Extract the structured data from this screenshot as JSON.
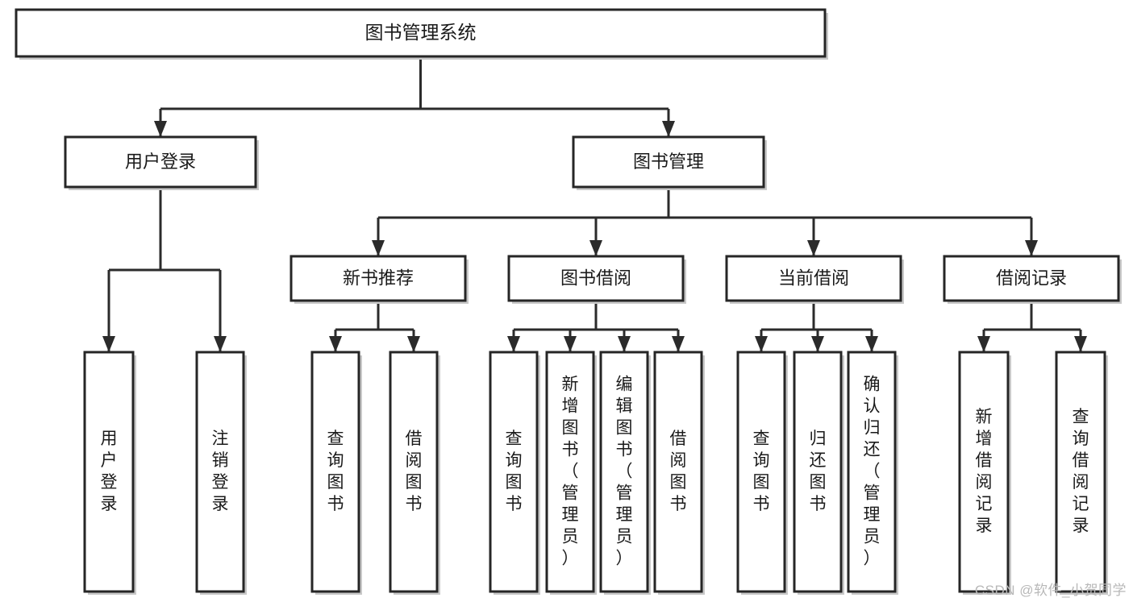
{
  "diagram": {
    "type": "hierarchy-tree",
    "title_node": {
      "id": "root",
      "label": "图书管理系统"
    },
    "level2": [
      {
        "id": "user-login",
        "label": "用户登录"
      },
      {
        "id": "book-manage",
        "label": "图书管理"
      }
    ],
    "level3": [
      {
        "id": "new-book-recommend",
        "label": "新书推荐",
        "parent": "book-manage"
      },
      {
        "id": "book-borrow",
        "label": "图书借阅",
        "parent": "book-manage"
      },
      {
        "id": "current-borrow",
        "label": "当前借阅",
        "parent": "book-manage"
      },
      {
        "id": "borrow-record",
        "label": "借阅记录",
        "parent": "book-manage"
      }
    ],
    "leaves": {
      "user-login": [
        {
          "id": "leaf-user-login",
          "label": "用户登录"
        },
        {
          "id": "leaf-user-logout",
          "label": "注销登录"
        }
      ],
      "new-book-recommend": [
        {
          "id": "leaf-query-book-1",
          "label": "查询图书"
        },
        {
          "id": "leaf-borrow-book-1",
          "label": "借阅图书"
        }
      ],
      "book-borrow": [
        {
          "id": "leaf-query-book-2",
          "label": "查询图书"
        },
        {
          "id": "leaf-add-book",
          "label": "新增图书（管理员）"
        },
        {
          "id": "leaf-edit-book",
          "label": "编辑图书（管理员）"
        },
        {
          "id": "leaf-borrow-book-2",
          "label": "借阅图书"
        }
      ],
      "current-borrow": [
        {
          "id": "leaf-query-book-3",
          "label": "查询图书"
        },
        {
          "id": "leaf-return-book",
          "label": "归还图书"
        },
        {
          "id": "leaf-confirm-return",
          "label": "确认归还（管理员）"
        }
      ],
      "borrow-record": [
        {
          "id": "leaf-add-record",
          "label": "新增借阅记录"
        },
        {
          "id": "leaf-query-record",
          "label": "查询借阅记录"
        }
      ]
    },
    "colors": {
      "box_stroke": "#262626",
      "box_fill": "#ffffff",
      "connector": "#2b2b2b",
      "text": "#1a1a1a",
      "watermark": "#b8b8b8",
      "background": "#ffffff"
    }
  },
  "watermark": {
    "text": "CSDN @软件_小贺同学"
  }
}
